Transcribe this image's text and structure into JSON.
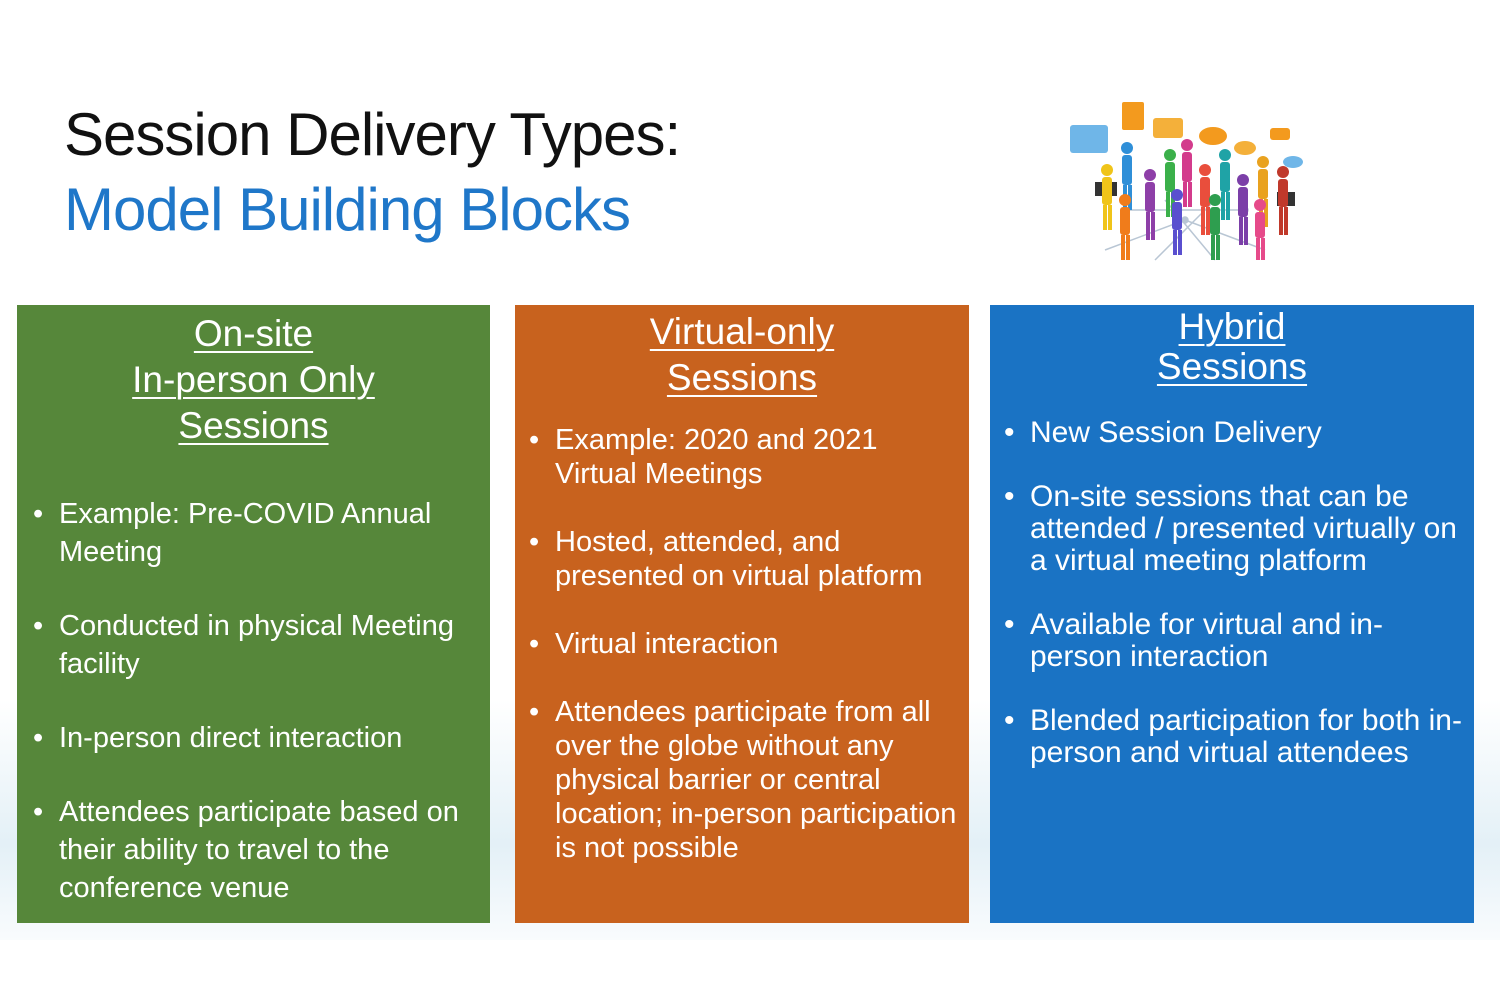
{
  "title": {
    "line1": "Session Delivery Types:",
    "line2": "Model Building Blocks"
  },
  "illustration": {
    "icon": "crowd-network-icon"
  },
  "colors": {
    "title_accent": "#1f77c9",
    "panel_onsite": "#56873a",
    "panel_virtual": "#c8621e",
    "panel_hybrid": "#1a73c4"
  },
  "panels": [
    {
      "title_lines": [
        "On-site",
        "In-person Only",
        "Sessions"
      ],
      "bullets": [
        "Example: Pre-COVID Annual Meeting",
        "Conducted in physical Meeting facility",
        "In-person direct interaction",
        "Attendees participate based on their ability to travel to the conference venue"
      ]
    },
    {
      "title_lines": [
        "Virtual-only",
        "Sessions"
      ],
      "bullets": [
        "Example: 2020 and 2021 Virtual Meetings",
        "Hosted, attended, and presented on virtual platform",
        "Virtual interaction",
        "Attendees participate from all over the globe without any physical barrier or central location; in-person participation is not possible"
      ]
    },
    {
      "title_lines": [
        "Hybrid",
        "Sessions"
      ],
      "bullets": [
        "New Session Delivery",
        "On-site sessions that can be attended / presented virtually on a virtual meeting platform",
        "Available for virtual and in-person interaction",
        "Blended participation for both in-person and virtual attendees"
      ]
    }
  ]
}
